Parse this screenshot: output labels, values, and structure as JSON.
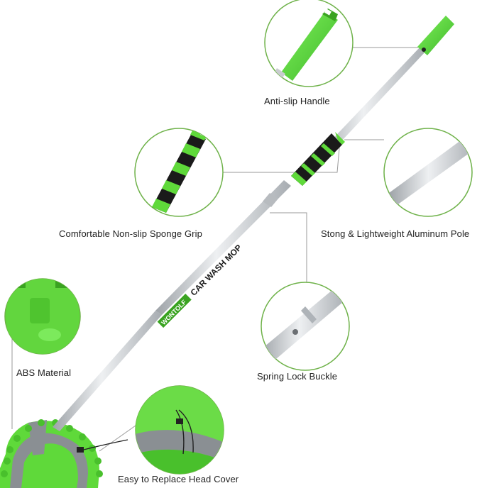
{
  "product": {
    "brand_text": "WONTOLF",
    "model_text": "CAR WASH MOP"
  },
  "callouts": {
    "handle": "Anti-slip Handle",
    "grip": "Comfortable Non-slip Sponge Grip",
    "pole": "Stong & Lightweight Aluminum Pole",
    "abs": "ABS Material",
    "spring": "Spring Lock Buckle",
    "head": "Easy to Replace Head Cover"
  },
  "colors": {
    "accent_green": "#5fd93a",
    "dark_green": "#3aa321",
    "pole_silver": "#c9cccf",
    "sponge_black": "#1a1a1a",
    "circle_border": "#6fb24a",
    "leader_line": "#9a9a9a",
    "head_gray": "#8a8f93"
  }
}
